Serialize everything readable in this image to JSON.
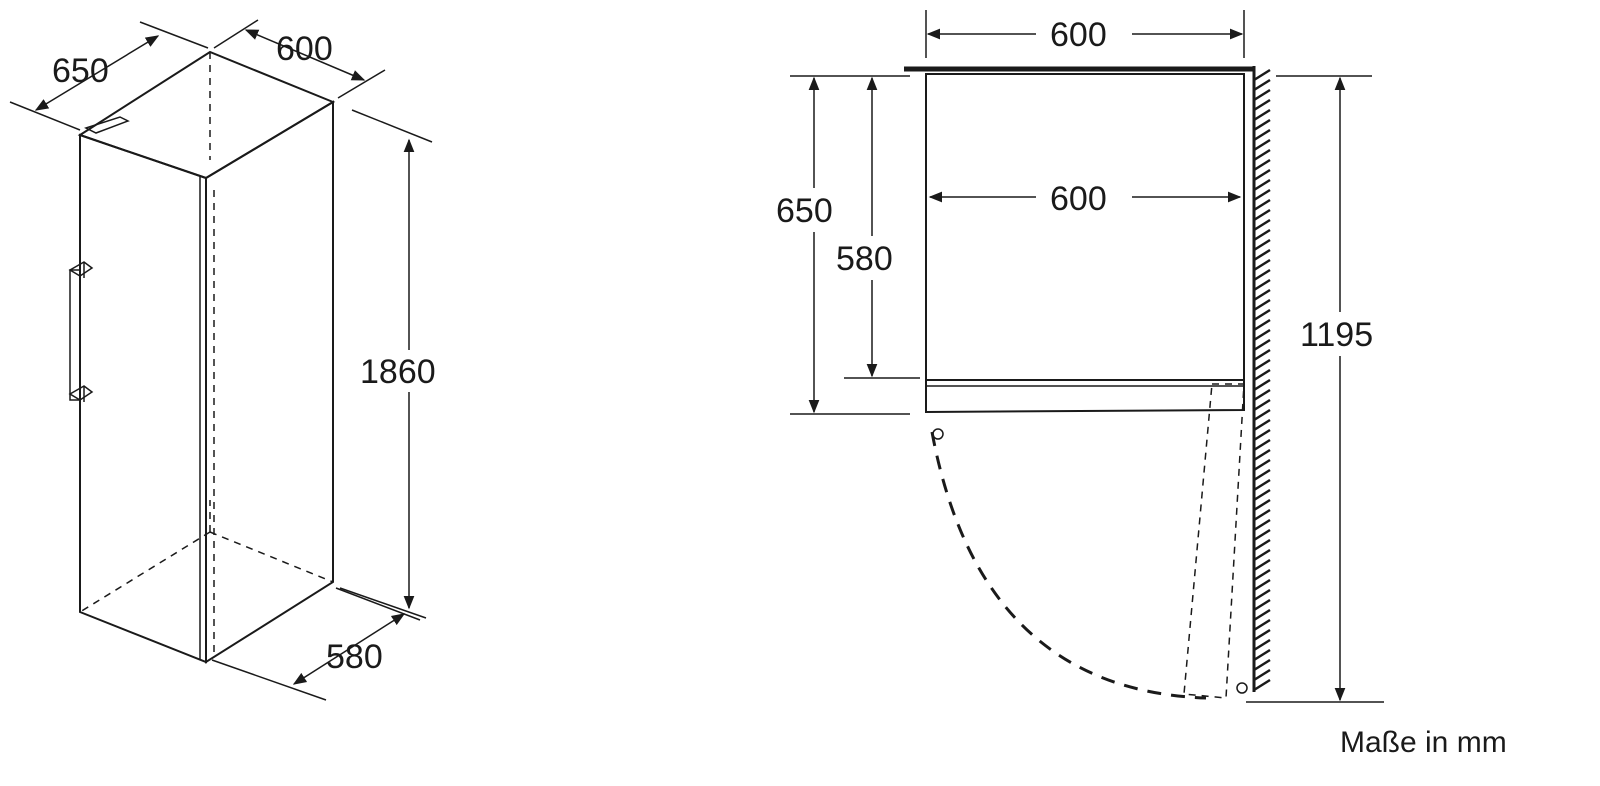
{
  "unit_note": "Maße in mm",
  "iso_view": {
    "depth_top": "650",
    "width_top": "600",
    "height": "1860",
    "depth_bottom": "580"
  },
  "plan_view": {
    "width_outer": "600",
    "width_inner": "600",
    "depth_outer": "650",
    "depth_inner": "580",
    "door_clearance": "1195"
  }
}
